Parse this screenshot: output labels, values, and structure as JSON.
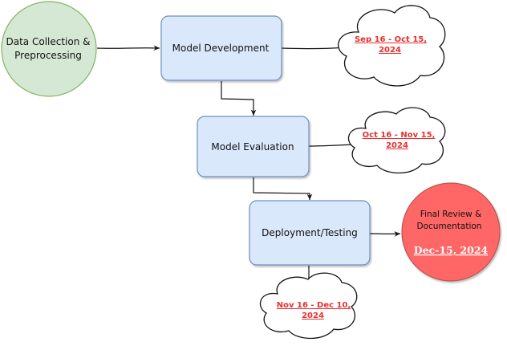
{
  "nodes": {
    "data_collection": {
      "line1": "Data Collection &",
      "line2": "Preprocessing"
    },
    "model_development": {
      "label": "Model Development"
    },
    "model_evaluation": {
      "label": "Model Evaluation"
    },
    "deployment_testing": {
      "label": "Deployment/Testing"
    },
    "final_review": {
      "line1": "Final Review &",
      "line2": "Documentation",
      "date": "Dec-15, 2024"
    }
  },
  "milestones": {
    "development": {
      "line1": "Sep 16 - Oct 15,",
      "line2": "2024"
    },
    "evaluation": {
      "line1": "Oct 16 - Nov 15,",
      "line2": "2024"
    },
    "deployment": {
      "line1": "Nov 16 - Dec 10,",
      "line2": "2024"
    }
  },
  "colors": {
    "start_fill": "#d5e8d4",
    "start_stroke": "#82b366",
    "process_fill": "#dae8fc",
    "process_stroke": "#6c8ebf",
    "final_fill": "#ff6666",
    "final_stroke": "#b85450",
    "date_text": "#e8302f"
  }
}
